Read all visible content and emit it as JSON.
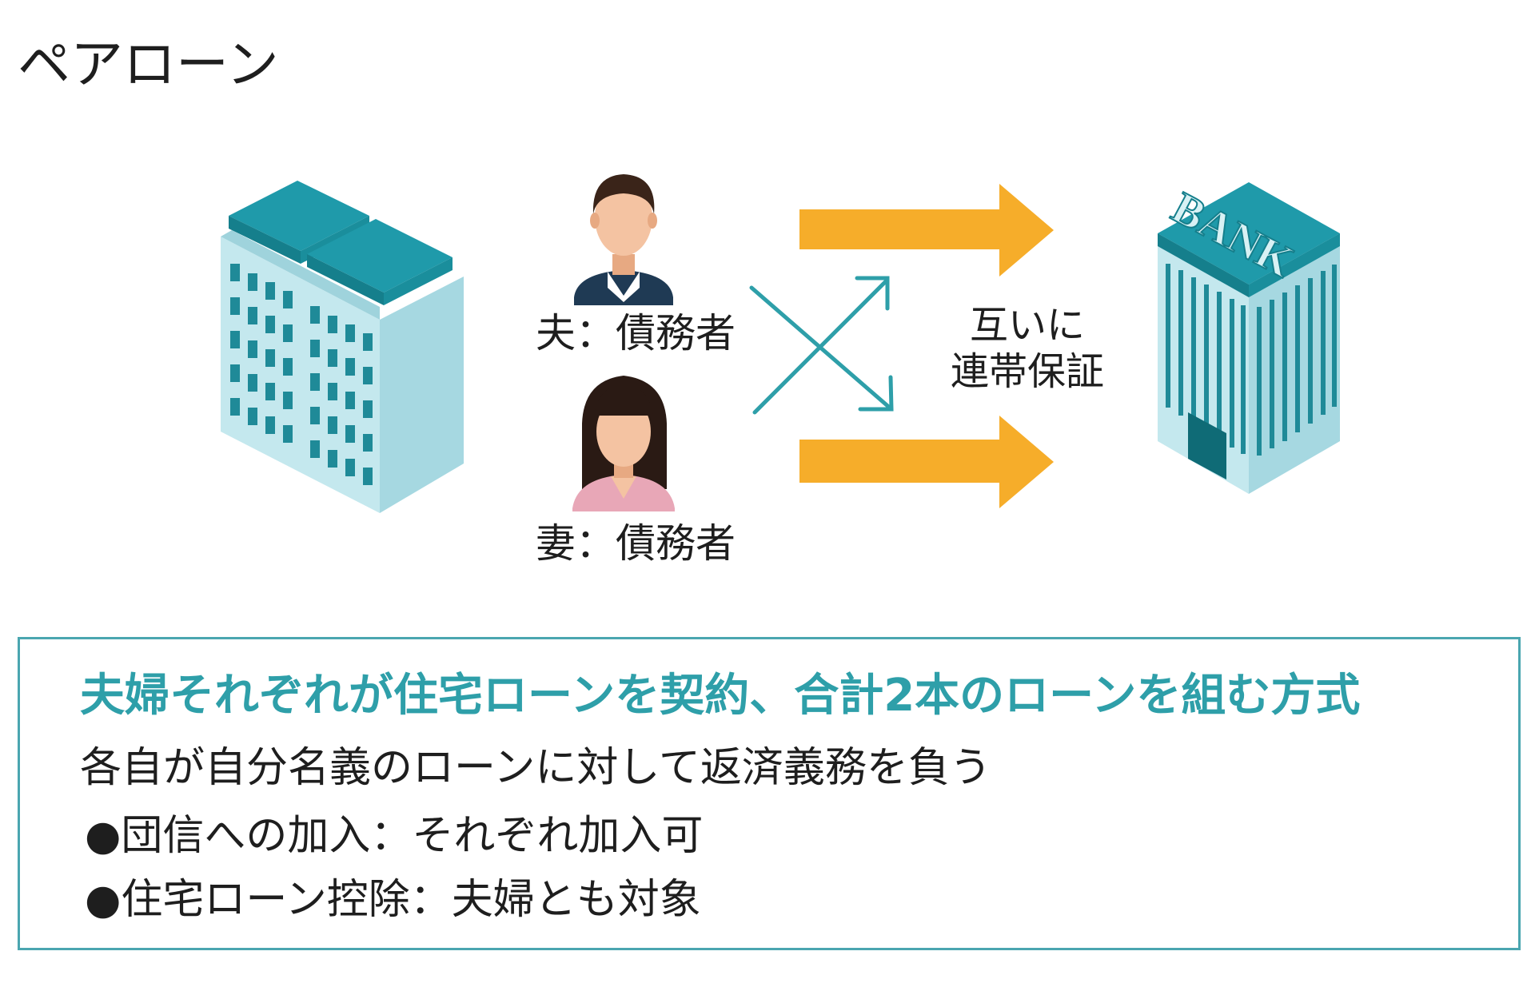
{
  "title": "ペアローン",
  "husband_label": "夫：債務者",
  "wife_label": "妻：債務者",
  "guarantee_lines": [
    "互いに",
    "連帯保証"
  ],
  "bank_sign": "BANK",
  "info": {
    "headline": "夫婦それぞれが住宅ローンを契約、合計2本のローンを組む方式",
    "description": "各自が自分名義のローンに対して返済義務を負う",
    "bullets": [
      "●団信への加入：それぞれ加入可",
      "●住宅ローン控除：夫婦とも対象"
    ]
  },
  "colors": {
    "teal": "#2e9fa9",
    "arrow_orange": "#f6ad2a",
    "building_light": "#b9e3ea",
    "building_top": "#1f9aaa"
  },
  "icons": [
    "house-building-icon",
    "husband-avatar-icon",
    "wife-avatar-icon",
    "bank-building-icon"
  ]
}
